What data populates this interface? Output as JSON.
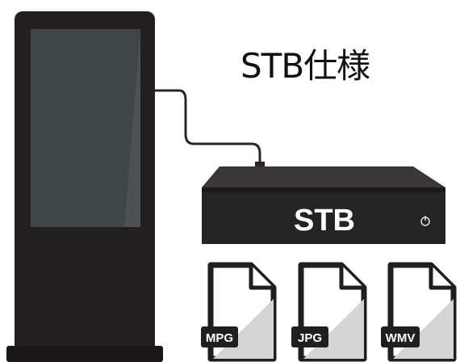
{
  "title": "STB仕様",
  "stb_label": "STB",
  "files": [
    {
      "label": "MPG"
    },
    {
      "label": "JPG"
    },
    {
      "label": "WMV"
    }
  ],
  "icons": [
    "kiosk-display-icon",
    "cable-icon",
    "set-top-box-icon",
    "power-icon",
    "file-icon"
  ],
  "colors": {
    "kiosk_body": "#231f1e",
    "screen": "#3f4648",
    "stb_body": "#262423",
    "stb_top": "#3a3736",
    "file_page": "#ffffff",
    "file_fold": "#d4d4d4",
    "file_tag": "#1f1f1f"
  }
}
